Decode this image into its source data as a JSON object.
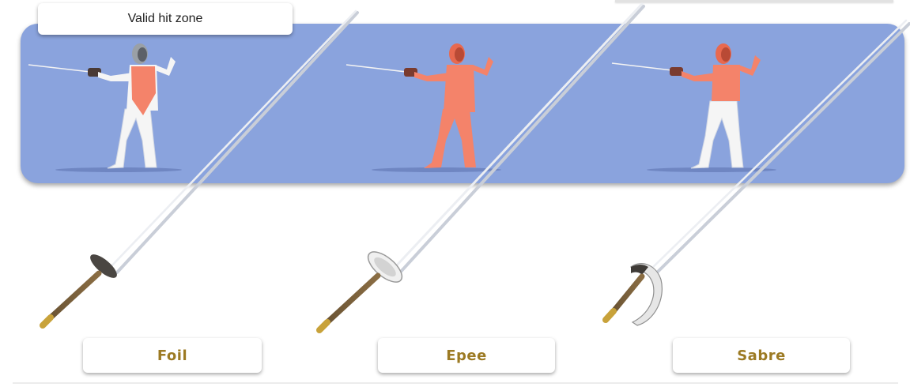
{
  "legend": {
    "label": "Valid hit zone"
  },
  "colors": {
    "panel": "#8aa3dd",
    "hit_zone": "#f4836a",
    "suit": "#f5f5f5",
    "label_gold": "#9c7a23"
  },
  "weapons": [
    {
      "label": "Foil"
    },
    {
      "label": "Epee"
    },
    {
      "label": "Sabre"
    }
  ]
}
